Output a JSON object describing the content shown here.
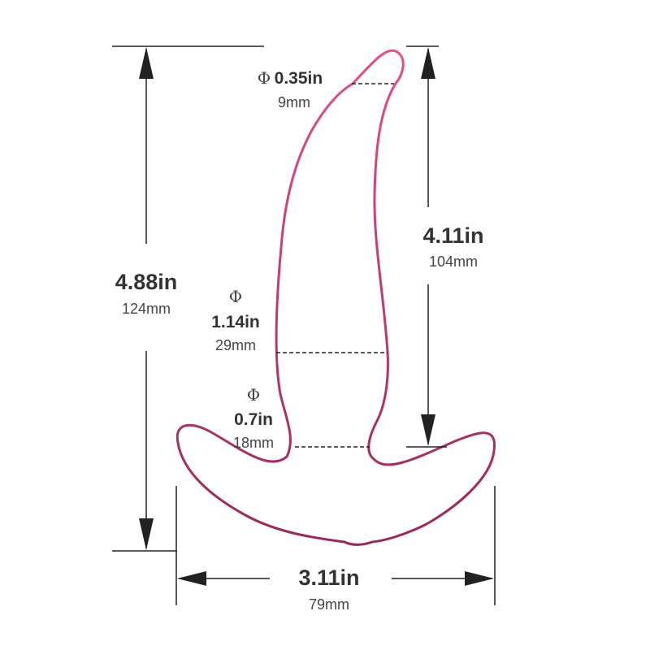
{
  "colors": {
    "outline_top": "#ea4c87",
    "outline_bottom": "#9c2459",
    "dimension_line": "#222222"
  },
  "diameter_symbol": "Φ",
  "dimensions": {
    "total_height": {
      "inch": "4.88in",
      "mm": "124mm"
    },
    "insertable_length": {
      "inch": "4.11in",
      "mm": "104mm"
    },
    "base_width": {
      "inch": "3.11in",
      "mm": "79mm"
    },
    "tip_diameter": {
      "inch": "0.35in",
      "mm": "9mm"
    },
    "max_diameter": {
      "inch": "1.14in",
      "mm": "29mm"
    },
    "neck_diameter": {
      "inch": "0.7in",
      "mm": "18mm"
    }
  }
}
